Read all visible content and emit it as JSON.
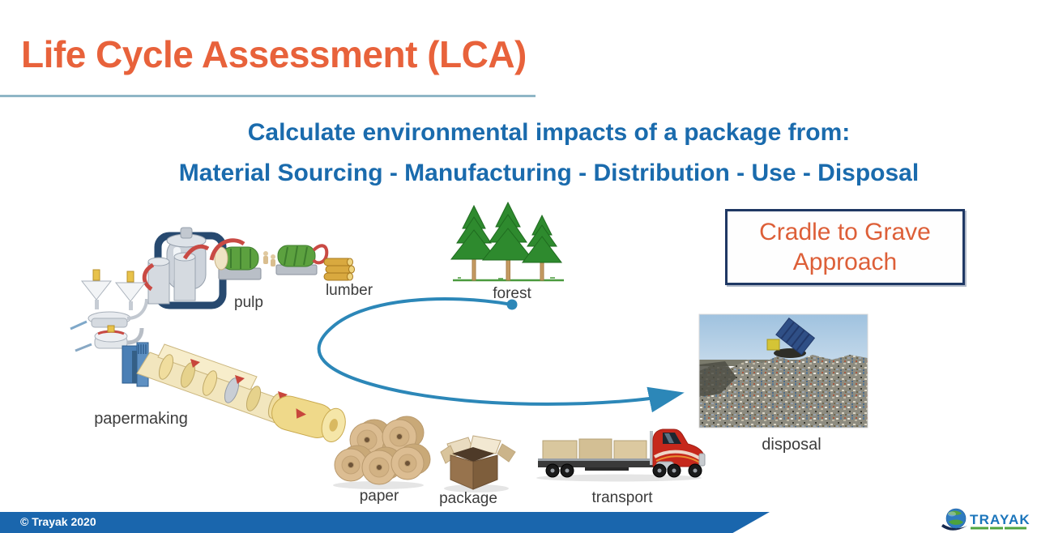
{
  "slide": {
    "title": "Life Cycle Assessment (LCA)",
    "subtitle": {
      "line1": "Calculate environmental impacts of a package from:",
      "line2": "Material Sourcing - Manufacturing - Distribution - Use - Disposal"
    },
    "callout": {
      "line1": "Cradle to Grave",
      "line2": "Approach"
    },
    "diagram_labels": {
      "pulp": "pulp",
      "lumber": "lumber",
      "forest": "forest",
      "papermaking": "papermaking",
      "paper": "paper",
      "package": "package",
      "transport": "transport",
      "disposal": "disposal"
    },
    "footer": {
      "copyright": "© Trayak 2020",
      "brand": "TRAYAK"
    },
    "colors": {
      "title_orange": "#E8623B",
      "heading_blue": "#1A6BAD",
      "callout_orange": "#DD5F38",
      "callout_border_navy": "#1F3864",
      "underline_blue_gray": "#8FB6C6",
      "footer_bar_blue": "#1A66AD",
      "arrow_blue": "#2C87B8",
      "brand_blue": "#1B75BB",
      "brand_green": "#4FA53F"
    }
  }
}
